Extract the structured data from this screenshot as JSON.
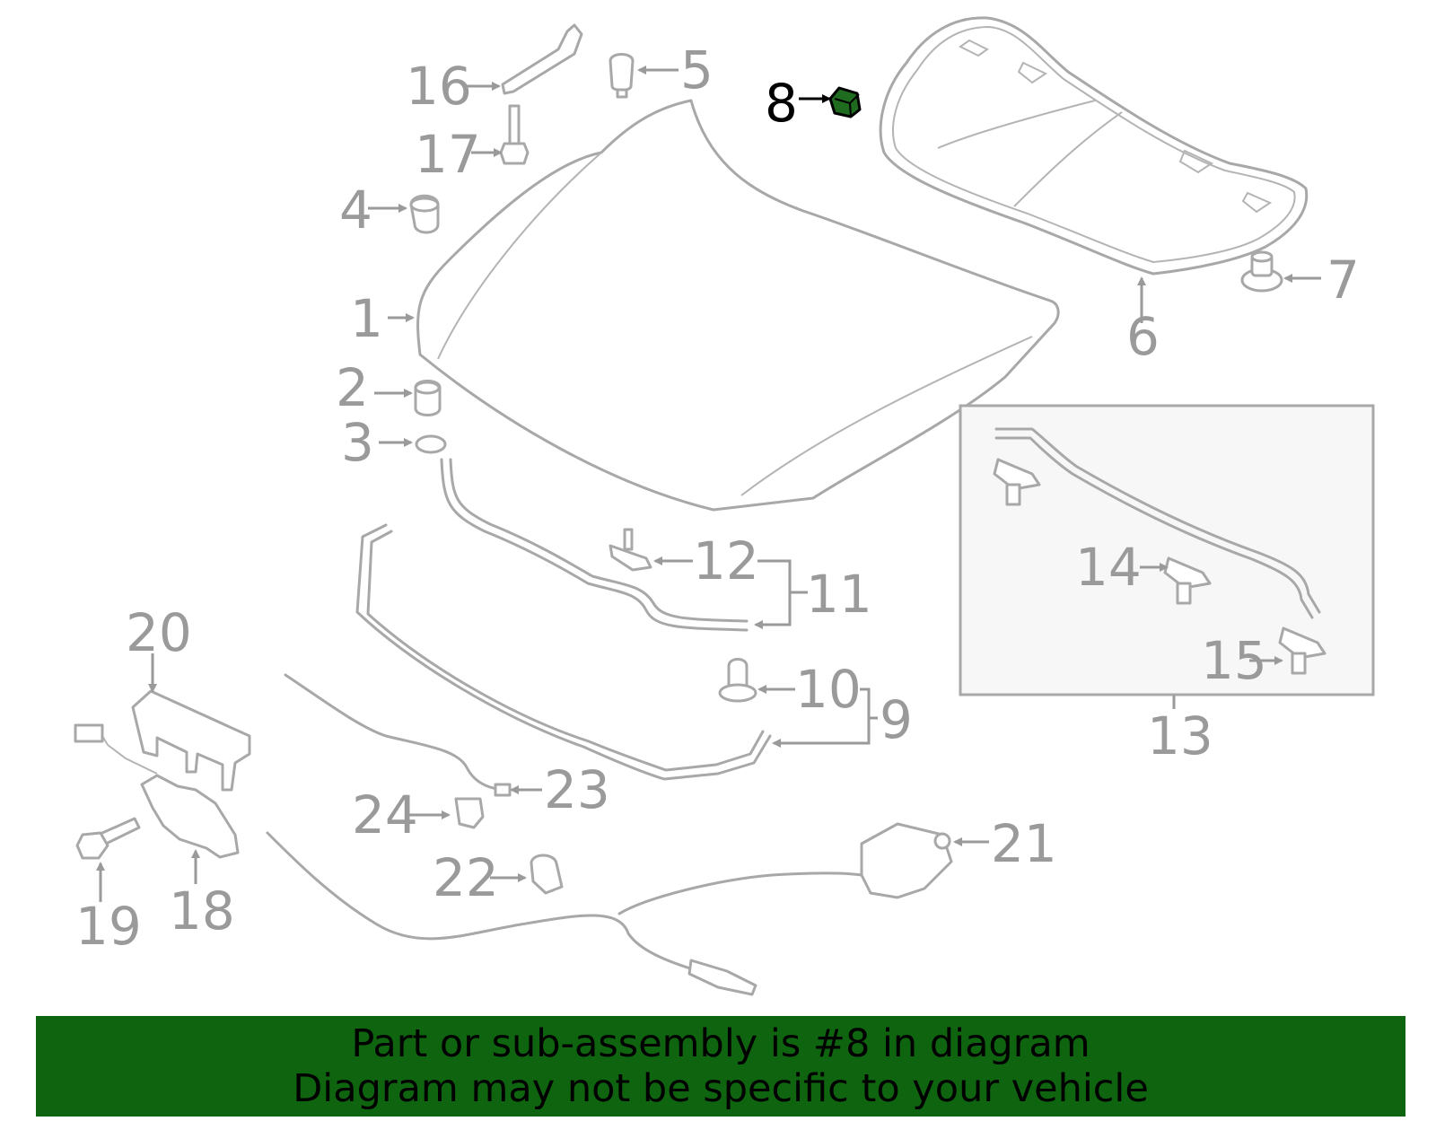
{
  "callouts": [
    "1",
    "2",
    "3",
    "4",
    "5",
    "6",
    "7",
    "8",
    "9",
    "10",
    "11",
    "12",
    "13",
    "14",
    "15",
    "16",
    "17",
    "18",
    "19",
    "20",
    "21",
    "22",
    "23",
    "24"
  ],
  "highlighted_callout": "8",
  "colors": {
    "highlight_part": "#1f6b1f",
    "banner_bg": "#0f6410",
    "line_art": "#a8a8a8",
    "label_gray": "#9a9a9a"
  },
  "banner": {
    "line1": "Part or sub-assembly is #8 in diagram",
    "line2": "Diagram may not be specific to your vehicle"
  }
}
